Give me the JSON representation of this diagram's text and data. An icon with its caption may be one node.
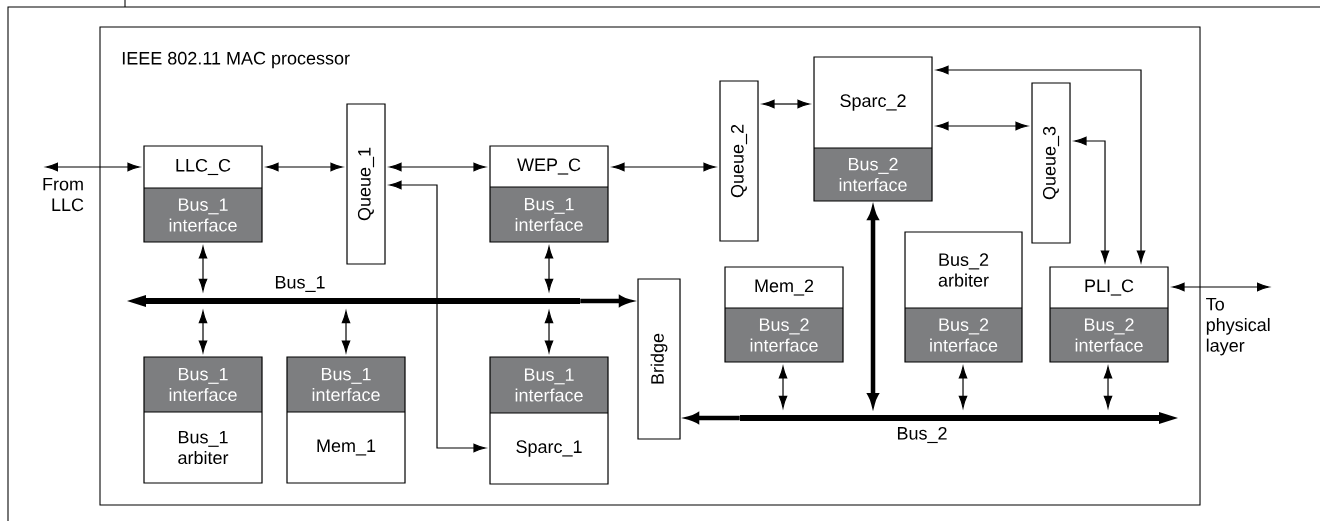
{
  "diagram": {
    "nodes": [
      {
        "text": [
          "IEEE 802.11 MAC processor"
        ]
      },
      {
        "text": [
          "LLC_C",
          "Bus_1 interface"
        ],
        "in": 0
      },
      {
        "text": [
          "Queue_1"
        ],
        "in": 0
      },
      {
        "text": [
          "WEP_C",
          "Bus_1 interface"
        ],
        "in": 0
      },
      {
        "text": [
          "Queue_2"
        ],
        "in": 0
      },
      {
        "text": [
          "Sparc_2",
          "Bus_2 interface"
        ],
        "in": 0
      },
      {
        "text": [
          "Queue_3"
        ],
        "in": 0
      },
      {
        "text": [
          "Bus_2 arbiter",
          "Bus_2 interface"
        ],
        "in": 0
      },
      {
        "text": [],
        "shape": "bar",
        "in": 0
      },
      {
        "text": [
          "Mem_2",
          "Bus_2 interface"
        ],
        "in": 0
      },
      {
        "text": [
          "PLI_C",
          "Bus_2 interface"
        ],
        "in": 0
      },
      {
        "text": [
          "Bridge"
        ],
        "in": 0
      },
      {
        "text": [
          "Bus_1 interface",
          "Bus_1 arbiter"
        ],
        "in": 0
      },
      {
        "text": [
          "Bus_1 interface",
          "Mem_1"
        ],
        "in": 0
      },
      {
        "text": [
          "Bus_1 interface",
          "Sparc_1"
        ],
        "in": 0
      },
      {
        "text": [],
        "shape": "bar",
        "in": 0
      },
      {
        "text": [
          "From LLC"
        ]
      },
      {
        "text": [
          "To physical layer"
        ]
      }
    ],
    "edges": [
      {
        "from": 16,
        "to": 1,
        "arrow": "both"
      },
      {
        "from": 1,
        "to": 2,
        "arrow": "both"
      },
      {
        "from": 2,
        "to": 3,
        "arrow": "both"
      },
      {
        "from": 14,
        "to": 2,
        "arrow": "both"
      },
      {
        "from": 3,
        "to": 4,
        "arrow": "both"
      },
      {
        "from": 4,
        "to": 5,
        "arrow": "both"
      },
      {
        "from": 5,
        "to": 6,
        "arrow": "both"
      },
      {
        "from": 5,
        "to": 10,
        "arrow": "both"
      },
      {
        "from": 6,
        "to": 10,
        "arrow": "both"
      },
      {
        "from": 10,
        "to": 17,
        "arrow": "both"
      },
      {
        "from": 1,
        "to": 8,
        "arrow": "both"
      },
      {
        "from": 3,
        "to": 8,
        "arrow": "both"
      },
      {
        "from": 8,
        "to": 12,
        "arrow": "both"
      },
      {
        "from": 8,
        "to": 13,
        "arrow": "both"
      },
      {
        "from": 8,
        "to": 14,
        "arrow": "both"
      },
      {
        "from": 8,
        "to": 11,
        "arrow": "to",
        "style": "thick"
      },
      {
        "from": 15,
        "to": 11,
        "arrow": "to",
        "style": "thick"
      },
      {
        "from": 9,
        "to": 15,
        "arrow": "both"
      },
      {
        "from": 15,
        "to": 5,
        "arrow": "both",
        "style": "thick"
      },
      {
        "from": 7,
        "to": 15,
        "arrow": "both"
      },
      {
        "from": 10,
        "to": 15,
        "arrow": "both"
      }
    ],
    "labels": [
      "Bus_1",
      "Bus_2"
    ]
  }
}
